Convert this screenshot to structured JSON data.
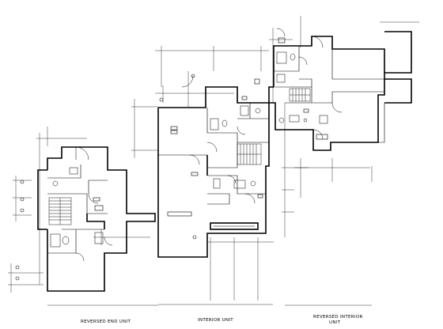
{
  "units": [
    {
      "id": "left",
      "title": "REVERSED END UNIT",
      "title_line2": "",
      "note": ""
    },
    {
      "id": "middle",
      "title": "INTERIOR UNIT",
      "title_line2": "",
      "note": ""
    },
    {
      "id": "right",
      "title": "REVERSED INTERIOR",
      "title_line2": "UNIT",
      "note": ""
    }
  ]
}
